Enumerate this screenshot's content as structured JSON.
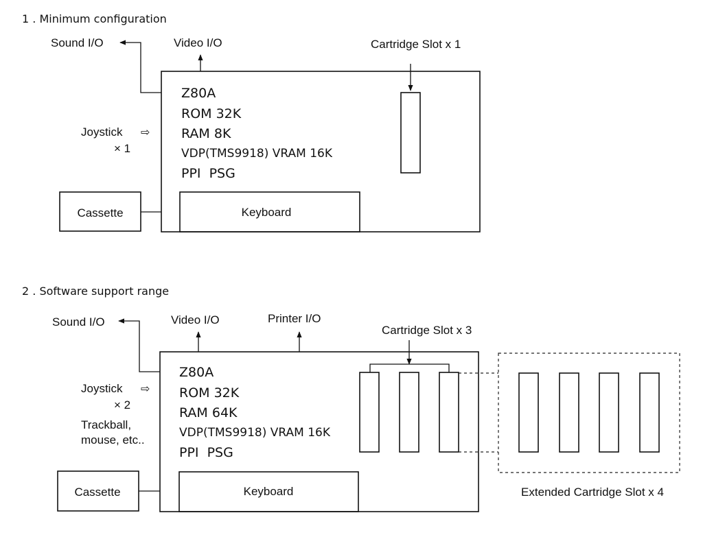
{
  "sections": [
    {
      "title": "1 . Minimum configuration",
      "sound_io": "Sound I/O",
      "video_io": "Video I/O",
      "cartridge_label": "Cartridge Slot x 1",
      "chips": [
        "Z80A",
        "ROM 32K",
        "RAM 8K",
        "VDP(TMS9918) VRAM 16K",
        "PPI  PSG"
      ],
      "joystick": "Joystick",
      "joystick_count": "× 1",
      "joystick_arrow": "⇨",
      "cassette": "Cassette",
      "keyboard": "Keyboard"
    },
    {
      "title": "2 . Software support range",
      "sound_io": "Sound I/O",
      "video_io": "Video I/O",
      "printer_io": "Printer I/O",
      "cartridge_label": "Cartridge Slot x 3",
      "chips": [
        "Z80A",
        "ROM 32K",
        "RAM 64K",
        "VDP(TMS9918) VRAM 16K",
        "PPI  PSG"
      ],
      "joystick": "Joystick",
      "joystick_count": "× 2",
      "joystick_arrow": "⇨",
      "pointing_line1": "Trackball,",
      "pointing_line2": "mouse, etc..",
      "cassette": "Cassette",
      "keyboard": "Keyboard",
      "extended_label": "Extended Cartridge Slot x 4"
    }
  ]
}
